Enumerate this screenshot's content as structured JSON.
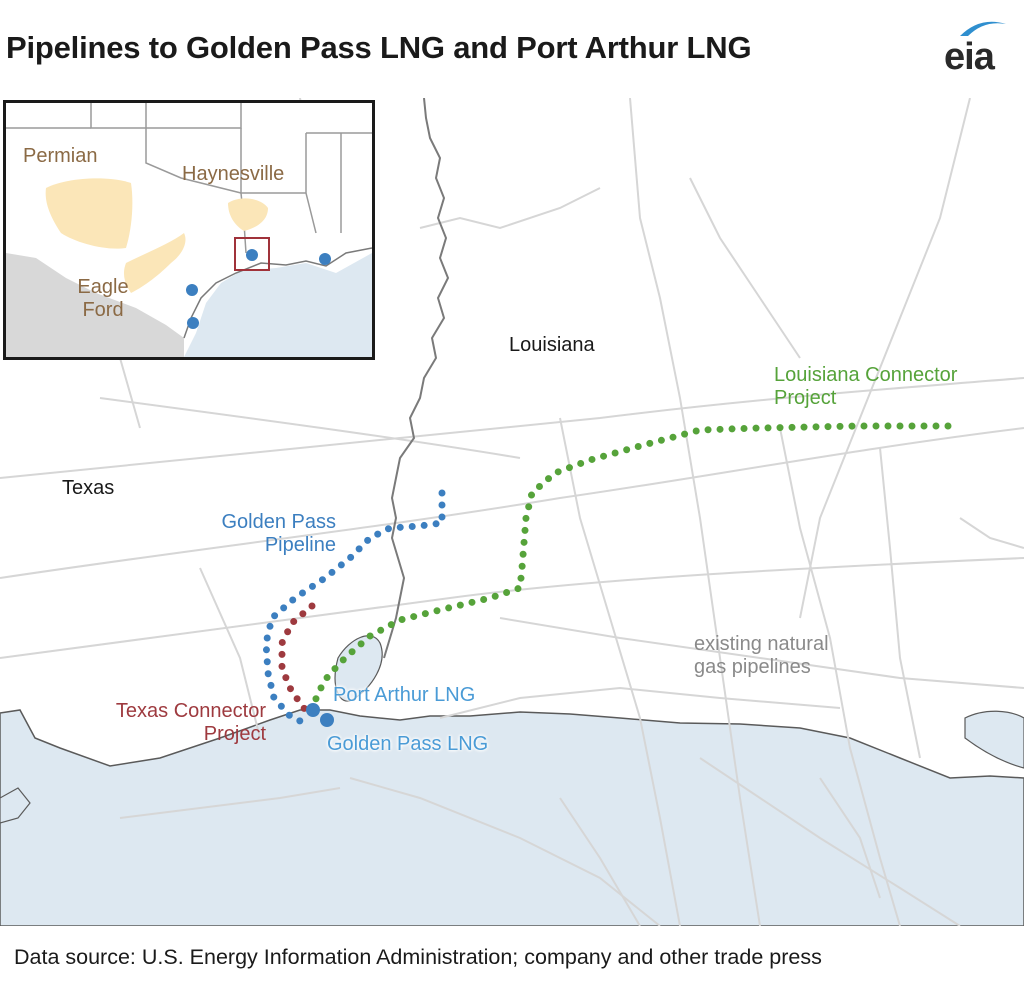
{
  "title": "Pipelines to Golden Pass LNG and Port Arthur LNG",
  "logo": {
    "text": "eia",
    "icon": "eia-logo"
  },
  "labels": {
    "louisiana": "Louisiana",
    "texas": "Texas",
    "louisiana_connector_line1": "Louisiana Connector",
    "louisiana_connector_line2": "Project",
    "golden_pass_pipeline_line1": "Golden Pass",
    "golden_pass_pipeline_line2": "Pipeline",
    "texas_connector_line1": "Texas Connector",
    "texas_connector_line2": "Project",
    "port_arthur_lng": "Port Arthur LNG",
    "golden_pass_lng": "Golden Pass LNG",
    "existing_pipelines_line1": "existing natural",
    "existing_pipelines_line2": "gas pipelines"
  },
  "inset": {
    "permian": "Permian",
    "haynesville": "Haynesville",
    "eagle_ford_line1": "Eagle",
    "eagle_ford_line2": "Ford"
  },
  "colors": {
    "golden_pass_pipeline": "#3c7fc0",
    "louisiana_connector": "#56a33a",
    "texas_connector": "#9e3a3f",
    "water": "#dde8f1",
    "existing_pipelines": "#d4d4d4",
    "shale_basin": "#fbe6b8",
    "highlight_box": "#a0323a"
  },
  "source": "Data source: U.S. Energy Information Administration; company and other trade press"
}
